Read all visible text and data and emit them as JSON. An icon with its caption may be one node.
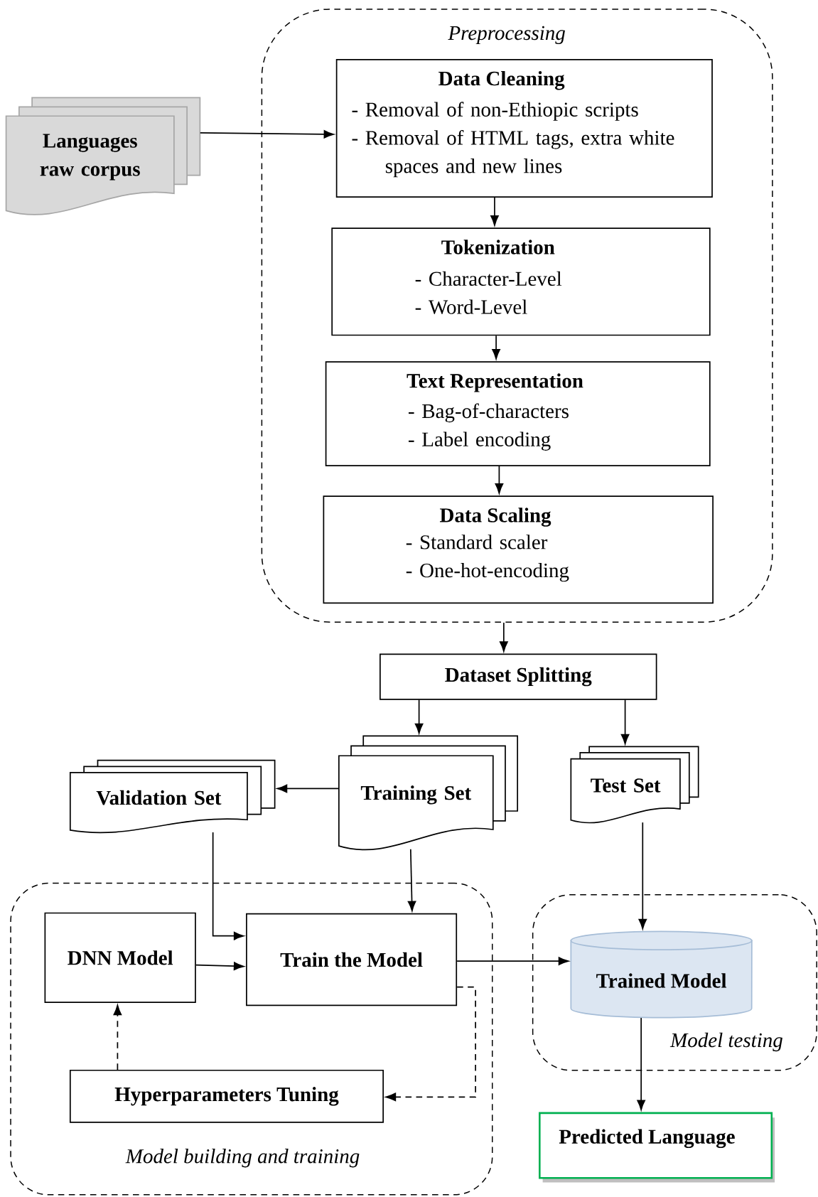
{
  "diagram": {
    "nodes": [
      {
        "text": [
          "Preprocessing"
        ]
      },
      {
        "text": [
          "Data Cleaning",
          "- Removal of non-Ethiopic scripts",
          "- Removal of HTML tags, extra white spaces and new lines"
        ],
        "in": 0
      },
      {
        "text": [
          "Tokenization",
          "- Character-Level",
          "- Word-Level"
        ],
        "in": 0
      },
      {
        "text": [
          "Text Representation",
          "- Bag-of-characters",
          "- Label encoding"
        ],
        "in": 0
      },
      {
        "text": [
          "Data Scaling",
          "- Standard scaler",
          "- One-hot-encoding"
        ],
        "in": 0
      },
      {
        "text": [
          "Languages raw corpus"
        ]
      },
      {
        "text": [
          "Dataset Splitting"
        ]
      },
      {
        "text": [
          "Training Set"
        ]
      },
      {
        "text": [
          "Validation Set"
        ]
      },
      {
        "text": [
          "Test Set"
        ]
      },
      {
        "text": [
          "Model building and training"
        ]
      },
      {
        "text": [
          "DNN Model"
        ],
        "in": 10
      },
      {
        "text": [
          "Train the Model"
        ],
        "in": 10
      },
      {
        "text": [
          "Hyperparameters Tuning"
        ],
        "in": 10
      },
      {
        "text": [
          "Model testing"
        ]
      },
      {
        "text": [
          "Trained Model"
        ],
        "in": 14
      },
      {
        "text": [
          "Predicted Language"
        ]
      }
    ],
    "edges": [
      {
        "from": 5,
        "to": 1,
        "arrow": "to"
      },
      {
        "from": 1,
        "to": 2,
        "arrow": "to"
      },
      {
        "from": 2,
        "to": 3,
        "arrow": "to"
      },
      {
        "from": 3,
        "to": 4,
        "arrow": "to"
      },
      {
        "from": 0,
        "to": 6,
        "arrow": "to"
      },
      {
        "from": 6,
        "to": 7,
        "arrow": "to"
      },
      {
        "from": 6,
        "to": 9,
        "arrow": "to"
      },
      {
        "from": 7,
        "to": 8,
        "arrow": "to"
      },
      {
        "from": 7,
        "to": 12,
        "arrow": "to"
      },
      {
        "from": 8,
        "to": 12,
        "arrow": "to"
      },
      {
        "from": 11,
        "to": 12,
        "arrow": "to"
      },
      {
        "from": 12,
        "to": 15,
        "arrow": "to"
      },
      {
        "from": 12,
        "to": 13,
        "arrow": "to",
        "style": "dashed"
      },
      {
        "from": 13,
        "to": 11,
        "arrow": "to",
        "style": "dashed"
      },
      {
        "from": 9,
        "to": 15,
        "arrow": "to"
      },
      {
        "from": 15,
        "to": 16,
        "arrow": "to"
      }
    ]
  }
}
